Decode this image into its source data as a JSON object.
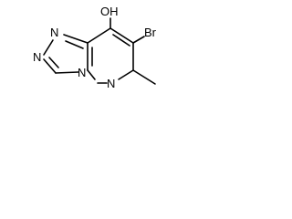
{
  "diagram": {
    "type": "chemical-structure",
    "atoms": {
      "hydroxyl": "OH",
      "bromine": "Br",
      "n1": "N",
      "n2": "N",
      "n3": "N",
      "n4": "N"
    },
    "colors": {
      "bond": "#000000",
      "label": "#000000",
      "background": "#ffffff"
    }
  }
}
